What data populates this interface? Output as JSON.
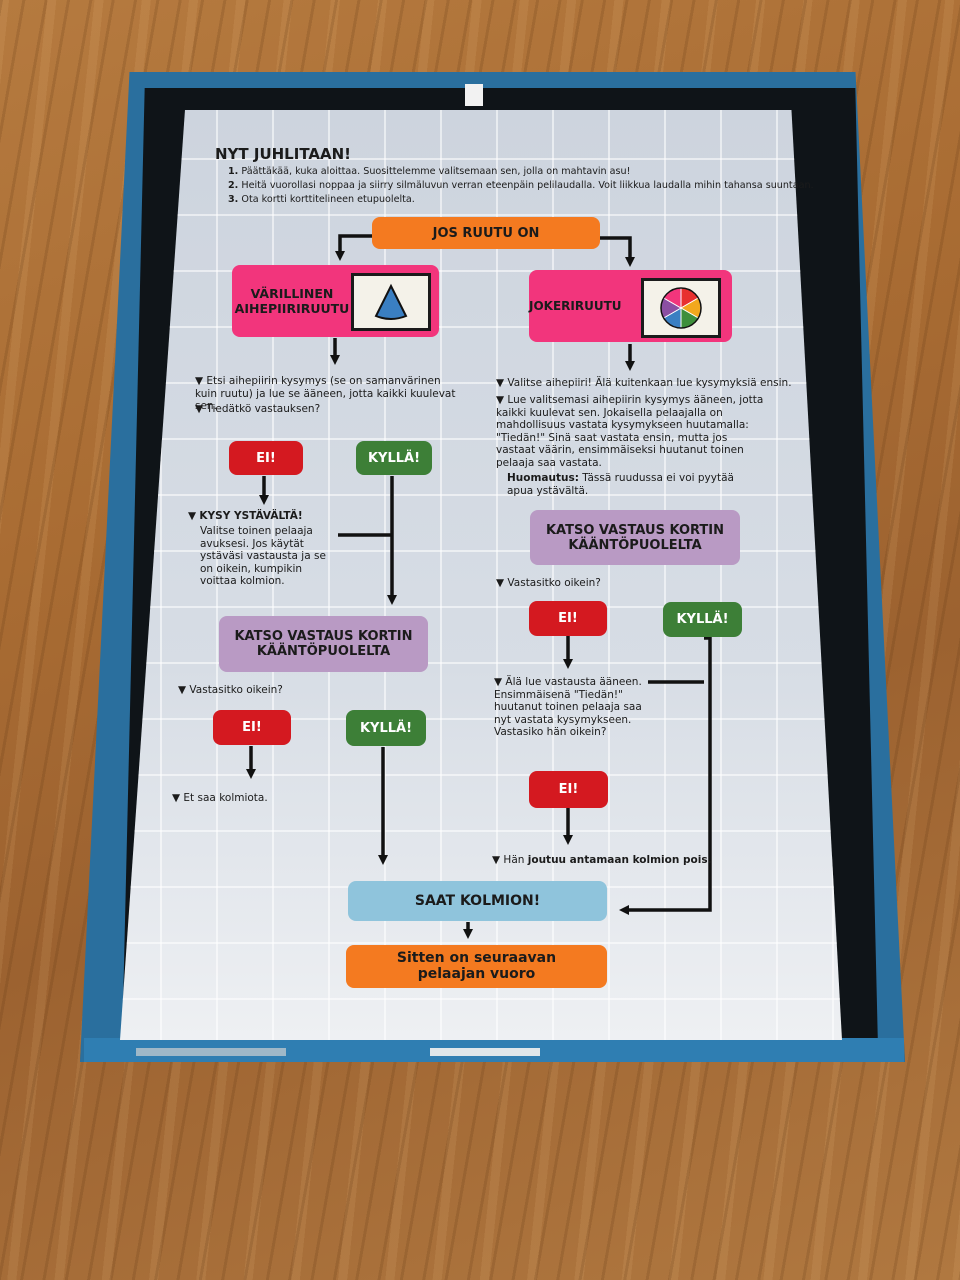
{
  "sheet": {
    "title": "NYT JUHLITAAN!",
    "steps": [
      {
        "num": "1.",
        "text": "Päättäkää, kuka aloittaa. Suosittelemme valitsemaan sen, jolla on mahtavin asu!"
      },
      {
        "num": "2.",
        "text": "Heitä vuorollasi noppaa ja siirry silmäluvun verran eteenpäin pelilaudalla. Voit liikkua laudalla mihin tahansa suuntaan."
      },
      {
        "num": "3.",
        "text": "Ota kortti korttitelineen etupuolelta."
      }
    ],
    "flow": {
      "start": "JOS RUUTU ON",
      "left_branch": "VÄRILLINEN AIHEPIIRIRUUTU",
      "right_branch": "JOKERIRUUTU",
      "left_bullets": [
        "Etsi aihepiirin kysymys (se on samanvärinen kuin ruutu) ja lue se ääneen, jotta kaikki kuulevat sen.",
        "Tiedätkö vastauksen?"
      ],
      "right_bullets": [
        "Valitse aihepiiri! Älä kuitenkaan lue kysymyksiä ensin.",
        "Lue valitsemasi aihepiirin kysymys ääneen, jotta kaikki kuulevat sen. Jokaisella pelaajalla on mahdollisuus vastata kysymykseen huutamalla: \"Tiedän!\" Sinä saat vastata ensin, mutta jos vastaat väärin, ensimmäiseksi huutanut toinen pelaaja saa vastata."
      ],
      "note_label": "Huomautus:",
      "note_text": "Tässä ruudussa ei voi pyytää apua ystävältä.",
      "no": "EI!",
      "yes": "KYLLÄ!",
      "ask_friend_title": "KYSY YSTÄVÄLTÄ!",
      "ask_friend_text": "Valitse toinen pelaaja avuksesi. Jos käytät ystäväsi vastausta ja se on oikein, kumpikin voittaa kolmion.",
      "check_answer": "KATSO VASTAUS KORTIN KÄÄNTÖPUOLELTA",
      "was_correct": "Vastasitko oikein?",
      "no_triangle": "Et saa kolmiota.",
      "dont_read": "Älä lue vastausta ääneen. Ensimmäisenä \"Tiedän!\" huutanut toinen pelaaja saa nyt vastata kysymykseen. Vastasiko hän oikein?",
      "give_away_pre": "Hän",
      "give_away_bold": "joutuu antamaan kolmion pois.",
      "win": "SAAT KOLMION!",
      "next_turn": "Sitten on seuraavan pelaajan vuoro"
    }
  },
  "colors": {
    "orange": "#f47a20",
    "pink": "#f2357c",
    "red": "#d41920",
    "green": "#3d7f37",
    "lilac": "#b99ac4",
    "blue": "#8fc4dc",
    "box": "#2a6f9e"
  },
  "icons": {
    "topic_icon": "triangle-wedge-icon",
    "joker_icon": "color-wheel-icon",
    "bullet": "triangle-bullet-icon"
  }
}
